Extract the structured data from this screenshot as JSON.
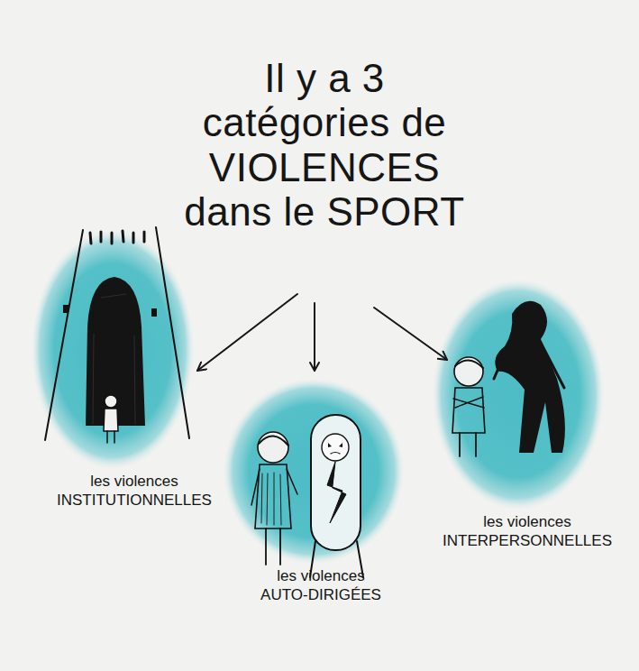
{
  "diagram": {
    "title": "Il y a 3 catégories de VIOLENCES dans le SPORT",
    "nodes": [
      {
        "text": [
          "les violences INSTITUTIONNELLES"
        ]
      },
      {
        "text": [
          "les violences AUTO-DIRIGÉES"
        ]
      },
      {
        "text": [
          "les violences INTERPERSONNELLES"
        ]
      }
    ]
  }
}
